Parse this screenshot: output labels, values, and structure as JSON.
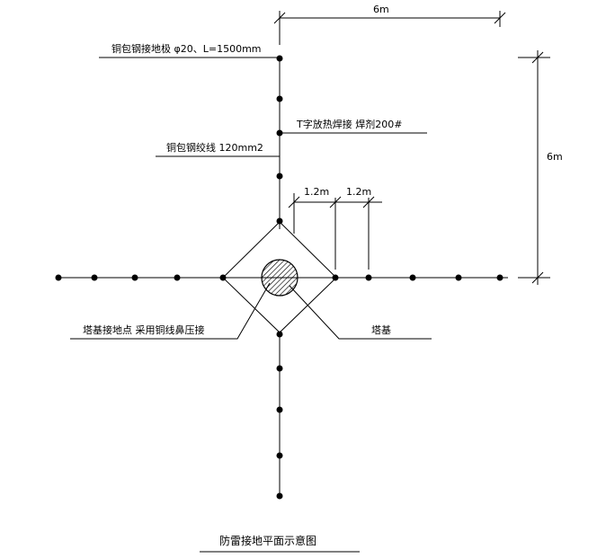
{
  "labels": {
    "electrode": "铜包钢接地极 φ20、L=1500mm",
    "weld": "T字放热焊接 焊剂200#",
    "strand": "铜包钢绞线 120mm2",
    "spacing_a": "1.2m",
    "spacing_b": "1.2m",
    "tower_ground_point": "塔基接地点 采用铜线鼻压接",
    "tower_base": "塔基",
    "dim_top": "6m",
    "dim_right": "6m",
    "title": "防雷接地平面示意图"
  }
}
